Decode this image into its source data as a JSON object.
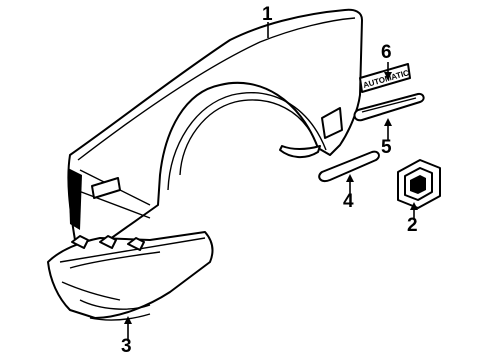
{
  "diagram": {
    "callouts": [
      {
        "id": "1",
        "label": "1"
      },
      {
        "id": "2",
        "label": "2"
      },
      {
        "id": "3",
        "label": "3"
      },
      {
        "id": "4",
        "label": "4"
      },
      {
        "id": "5",
        "label": "5"
      },
      {
        "id": "6",
        "label": "6"
      }
    ],
    "emblem_text": "AUTOMATIC"
  }
}
